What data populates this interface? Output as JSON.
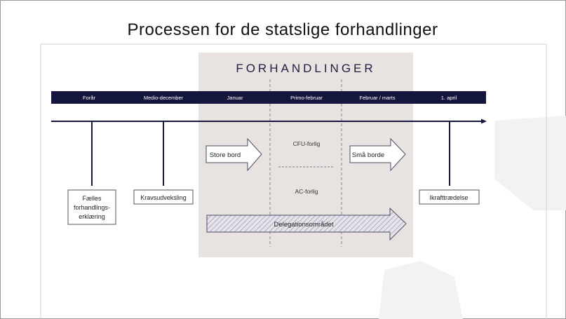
{
  "title": "Processen for de statslige forhandlinger",
  "section_heading": "FORHANDLINGER",
  "timeline_labels": [
    "Forår",
    "Medio-december",
    "Januar",
    "Primo-februar",
    "Februar / marts",
    "1. april"
  ],
  "milestones": {
    "faelles": [
      "Fælles",
      "forhandlings-",
      "erklæring"
    ],
    "krav": "Kravsudveksling",
    "ikraft": "Ikrafttrædelse"
  },
  "arrows": {
    "store_bord": "Store bord",
    "smaa_borde": "Små borde",
    "delegation": "Delegationsområdet"
  },
  "agreements": {
    "cfu": "CFU-forlig",
    "ac": "AC-forlig"
  },
  "colors": {
    "navy": "#15163d",
    "shade": "#e8e3e0"
  }
}
